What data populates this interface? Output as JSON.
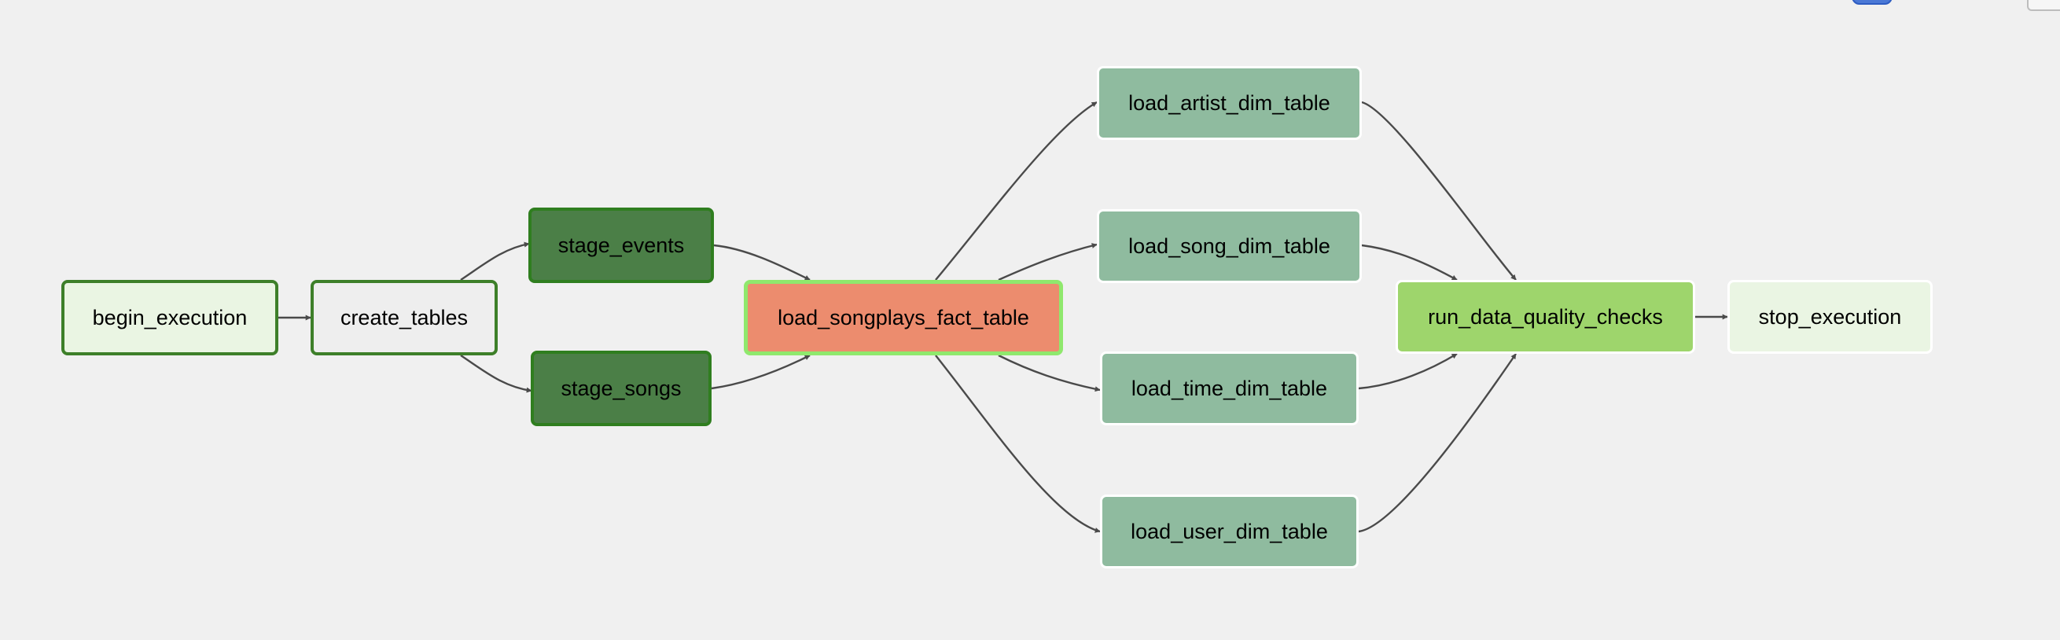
{
  "colors": {
    "background": "#f0f0f0",
    "edge": "#4a4a4a",
    "success_border": "#2e7d1e",
    "running_border": "#8ee36a",
    "queued_border": "#ffffff"
  },
  "nodes": [
    {
      "id": "begin_execution",
      "label": "begin_execution",
      "fill": "#eaf5e3",
      "border": "#3d7f29",
      "state": "success"
    },
    {
      "id": "create_tables",
      "label": "create_tables",
      "fill": "#eeeeee",
      "border": "#3d7f29",
      "state": "success"
    },
    {
      "id": "stage_events",
      "label": "stage_events",
      "fill": "#4b7f47",
      "border": "#2f7e1f",
      "state": "success"
    },
    {
      "id": "stage_songs",
      "label": "stage_songs",
      "fill": "#4b7f47",
      "border": "#2f7e1f",
      "state": "success"
    },
    {
      "id": "load_songplays_fact_table",
      "label": "load_songplays_fact_table",
      "fill": "#ec8c6e",
      "border": "#8fe86d",
      "state": "running"
    },
    {
      "id": "load_artist_dim_table",
      "label": "load_artist_dim_table",
      "fill": "#8fbb9f",
      "border": "#ffffff",
      "state": "queued"
    },
    {
      "id": "load_song_dim_table",
      "label": "load_song_dim_table",
      "fill": "#8fbb9f",
      "border": "#ffffff",
      "state": "queued"
    },
    {
      "id": "load_time_dim_table",
      "label": "load_time_dim_table",
      "fill": "#8fbb9f",
      "border": "#ffffff",
      "state": "queued"
    },
    {
      "id": "load_user_dim_table",
      "label": "load_user_dim_table",
      "fill": "#8fbb9f",
      "border": "#ffffff",
      "state": "queued"
    },
    {
      "id": "run_data_quality_checks",
      "label": "run_data_quality_checks",
      "fill": "#9ed56c",
      "border": "#ffffff",
      "state": "queued"
    },
    {
      "id": "stop_execution",
      "label": "stop_execution",
      "fill": "#eaf5e3",
      "border": "#ffffff",
      "state": "queued"
    }
  ],
  "edges": [
    {
      "from": "begin_execution",
      "to": "create_tables"
    },
    {
      "from": "create_tables",
      "to": "stage_events"
    },
    {
      "from": "create_tables",
      "to": "stage_songs"
    },
    {
      "from": "stage_events",
      "to": "load_songplays_fact_table"
    },
    {
      "from": "stage_songs",
      "to": "load_songplays_fact_table"
    },
    {
      "from": "load_songplays_fact_table",
      "to": "load_artist_dim_table"
    },
    {
      "from": "load_songplays_fact_table",
      "to": "load_song_dim_table"
    },
    {
      "from": "load_songplays_fact_table",
      "to": "load_time_dim_table"
    },
    {
      "from": "load_songplays_fact_table",
      "to": "load_user_dim_table"
    },
    {
      "from": "load_artist_dim_table",
      "to": "run_data_quality_checks"
    },
    {
      "from": "load_song_dim_table",
      "to": "run_data_quality_checks"
    },
    {
      "from": "load_time_dim_table",
      "to": "run_data_quality_checks"
    },
    {
      "from": "load_user_dim_table",
      "to": "run_data_quality_checks"
    },
    {
      "from": "run_data_quality_checks",
      "to": "stop_execution"
    }
  ]
}
